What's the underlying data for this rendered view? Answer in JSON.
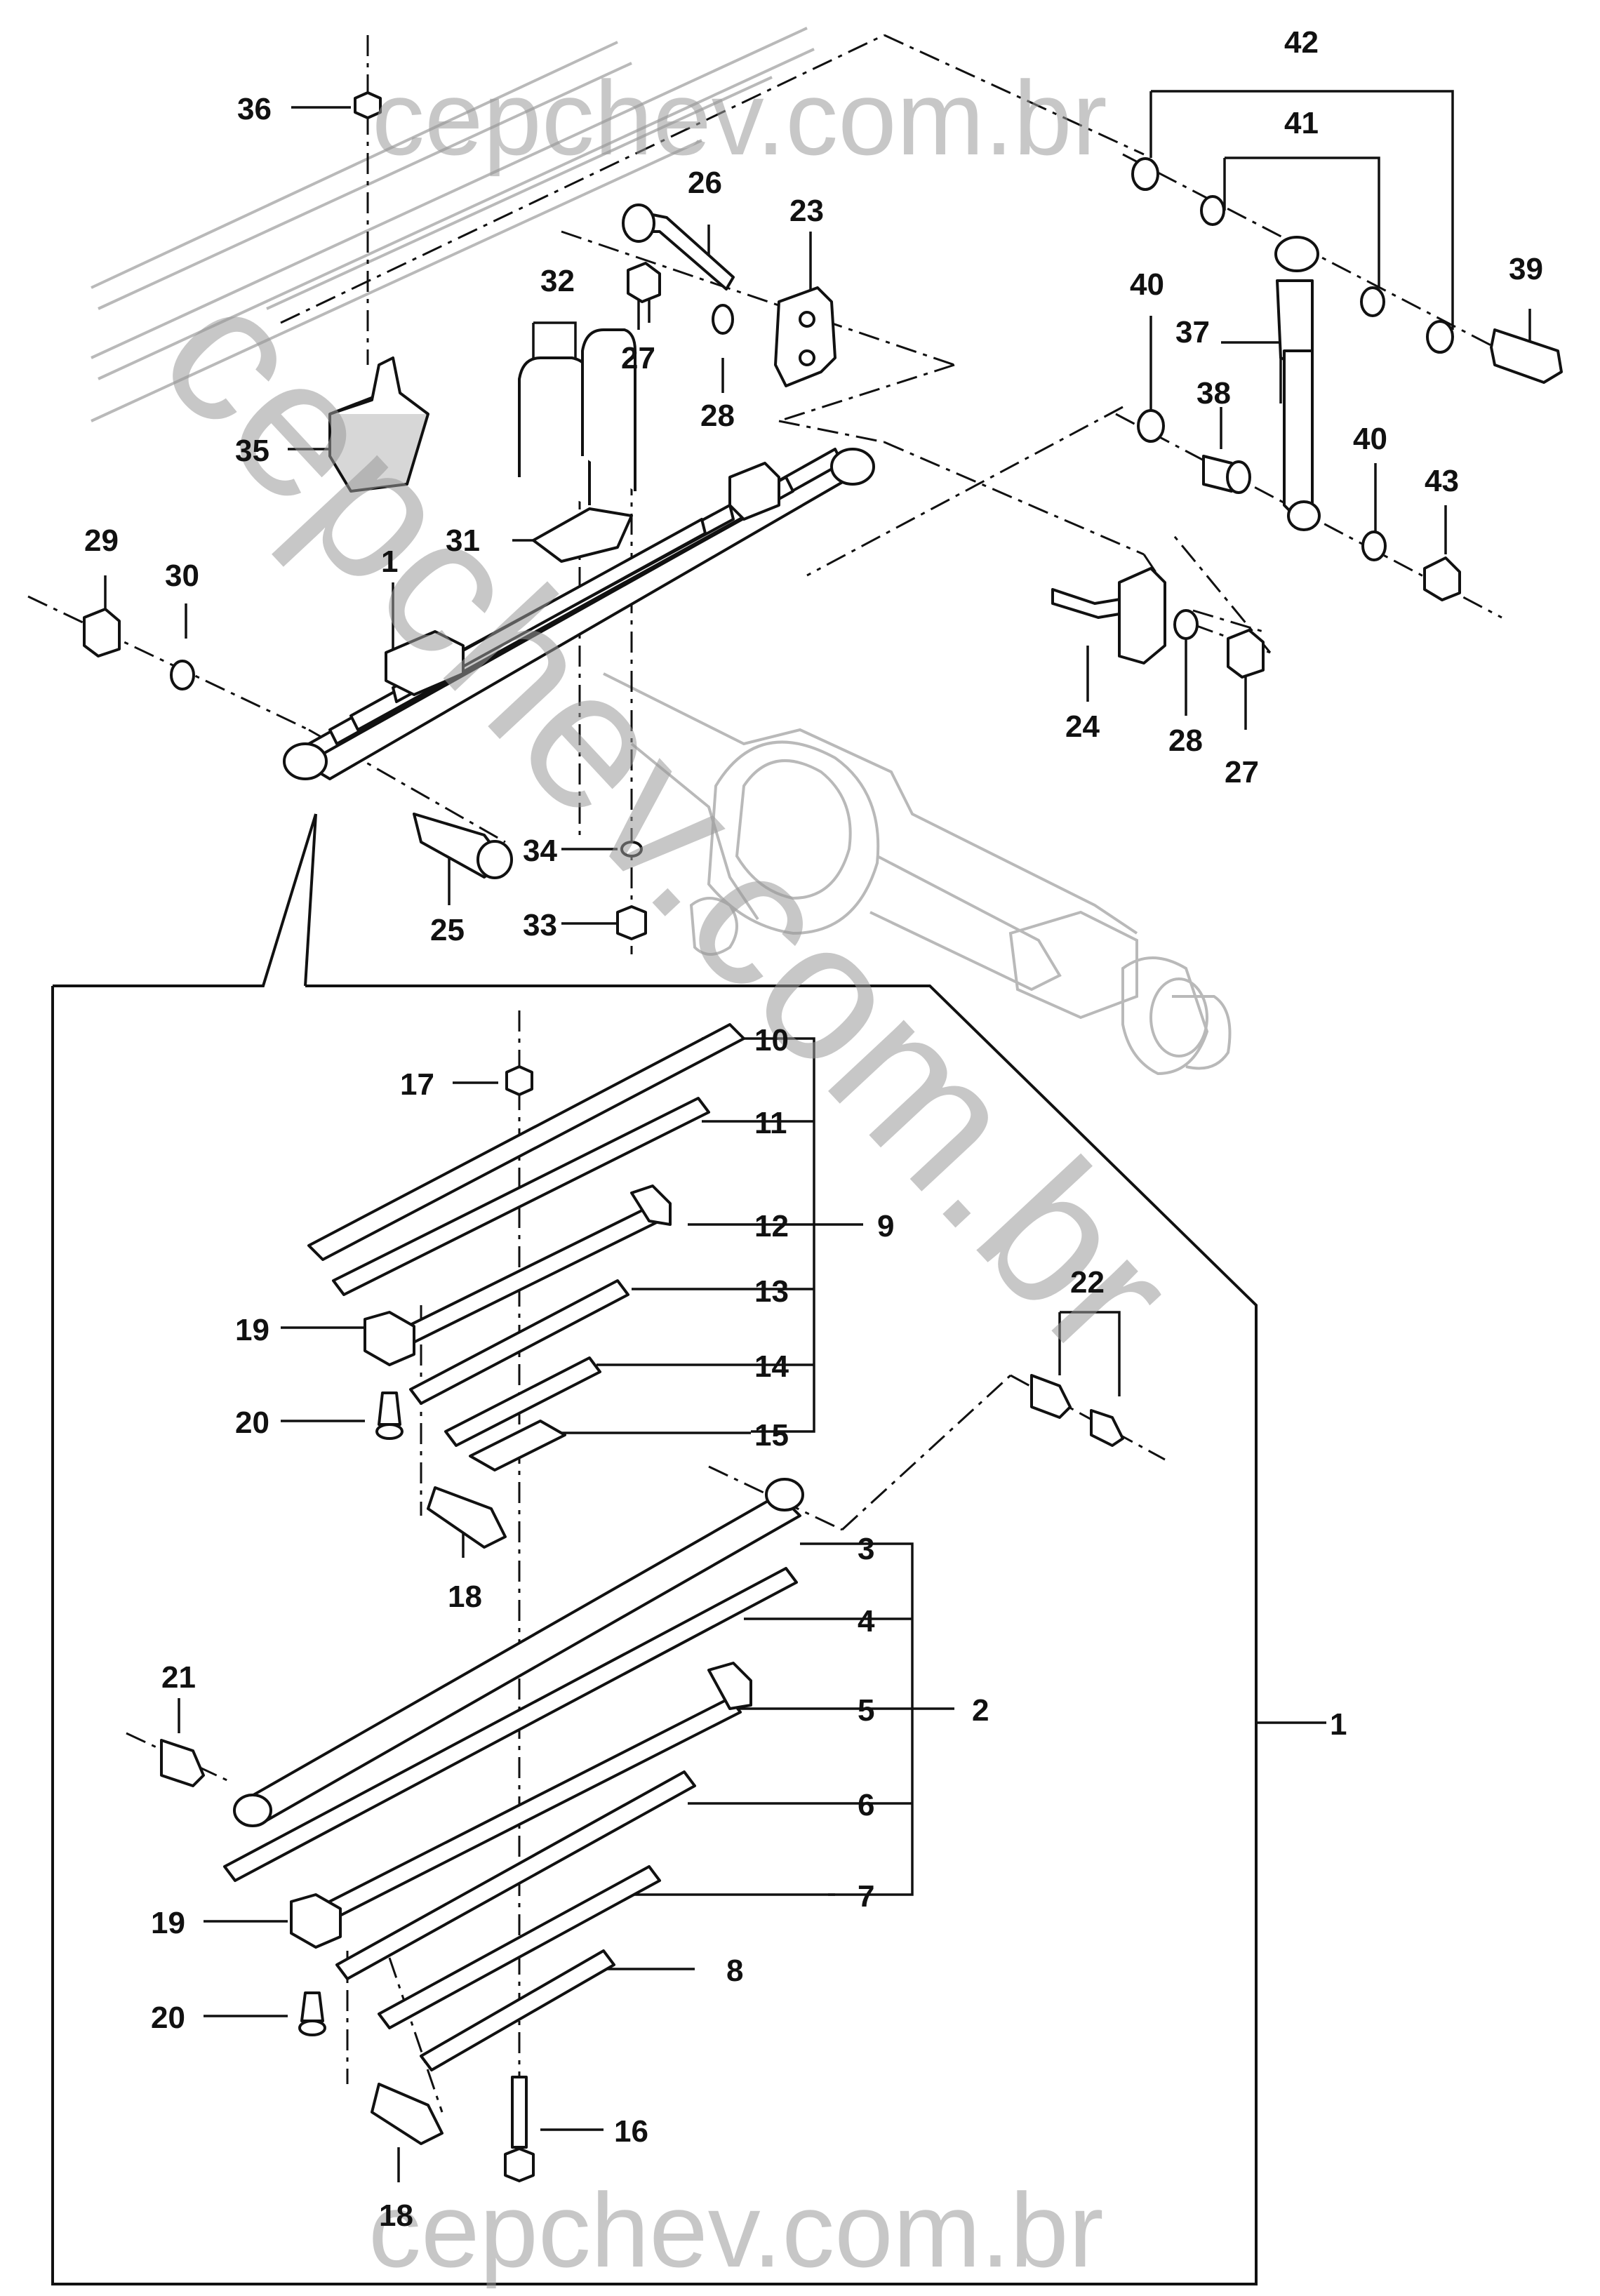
{
  "watermarks": {
    "top": "cepchev.com.br",
    "diagonal": "cepchev.com.br",
    "bottom": "cepchev.com.br"
  },
  "callouts": [
    {
      "id": "c42",
      "text": "42"
    },
    {
      "id": "c41",
      "text": "41"
    },
    {
      "id": "c36",
      "text": "36"
    },
    {
      "id": "c26",
      "text": "26"
    },
    {
      "id": "c23",
      "text": "23"
    },
    {
      "id": "c39",
      "text": "39"
    },
    {
      "id": "c32",
      "text": "32"
    },
    {
      "id": "c27a",
      "text": "27"
    },
    {
      "id": "c40a",
      "text": "40"
    },
    {
      "id": "c37",
      "text": "37"
    },
    {
      "id": "c28a",
      "text": "28"
    },
    {
      "id": "c38",
      "text": "38"
    },
    {
      "id": "c40b",
      "text": "40"
    },
    {
      "id": "c43",
      "text": "43"
    },
    {
      "id": "c35",
      "text": "35"
    },
    {
      "id": "c29",
      "text": "29"
    },
    {
      "id": "c31",
      "text": "31"
    },
    {
      "id": "c30",
      "text": "30"
    },
    {
      "id": "c1a",
      "text": "1"
    },
    {
      "id": "c24",
      "text": "24"
    },
    {
      "id": "c28b",
      "text": "28"
    },
    {
      "id": "c27b",
      "text": "27"
    },
    {
      "id": "c34",
      "text": "34"
    },
    {
      "id": "c25",
      "text": "25"
    },
    {
      "id": "c33",
      "text": "33"
    },
    {
      "id": "c10",
      "text": "10"
    },
    {
      "id": "c17",
      "text": "17"
    },
    {
      "id": "c11",
      "text": "11"
    },
    {
      "id": "c12",
      "text": "12"
    },
    {
      "id": "c9",
      "text": "9"
    },
    {
      "id": "c13",
      "text": "13"
    },
    {
      "id": "c19a",
      "text": "19"
    },
    {
      "id": "c22",
      "text": "22"
    },
    {
      "id": "c14",
      "text": "14"
    },
    {
      "id": "c20a",
      "text": "20"
    },
    {
      "id": "c15",
      "text": "15"
    },
    {
      "id": "c18a",
      "text": "18"
    },
    {
      "id": "c3",
      "text": "3"
    },
    {
      "id": "c4",
      "text": "4"
    },
    {
      "id": "c21",
      "text": "21"
    },
    {
      "id": "c5",
      "text": "5"
    },
    {
      "id": "c2",
      "text": "2"
    },
    {
      "id": "c1b",
      "text": "1"
    },
    {
      "id": "c6",
      "text": "6"
    },
    {
      "id": "c7",
      "text": "7"
    },
    {
      "id": "c19b",
      "text": "19"
    },
    {
      "id": "c8",
      "text": "8"
    },
    {
      "id": "c20b",
      "text": "20"
    },
    {
      "id": "c16",
      "text": "16"
    },
    {
      "id": "c18b",
      "text": "18"
    }
  ]
}
